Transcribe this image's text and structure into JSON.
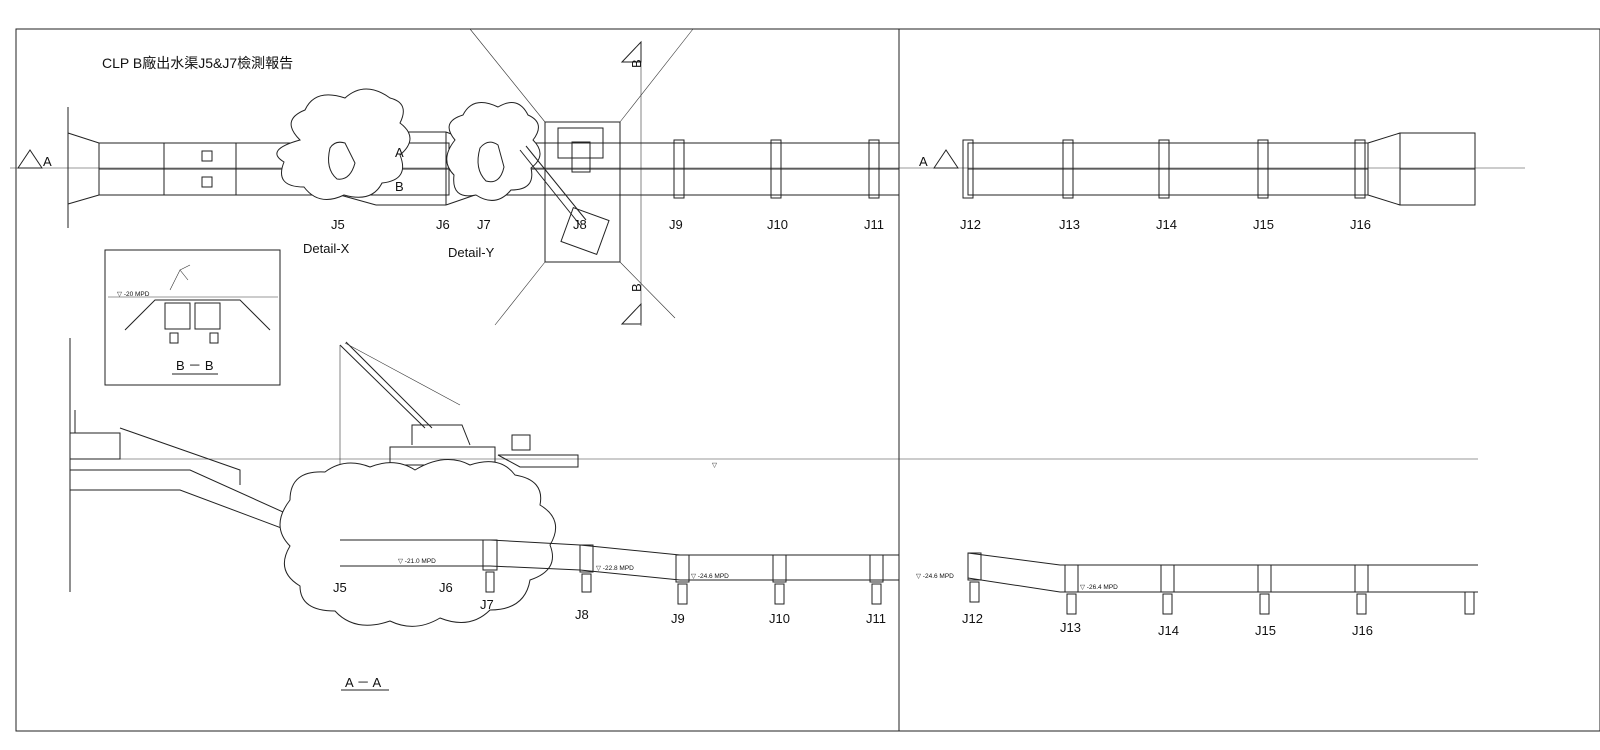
{
  "title": "CLP B廠出水渠J5&J7檢測報告",
  "section_a_mark": "A",
  "section_b_mark": "B",
  "plan": {
    "cell_a": "A",
    "cell_b": "B",
    "joints": [
      "J5",
      "J6",
      "J7",
      "J8",
      "J9",
      "J10",
      "J11",
      "J12",
      "J13",
      "J14",
      "J15",
      "J16"
    ],
    "detail_x": "Detail-X",
    "detail_y": "Detail-Y"
  },
  "section_bb": {
    "caption": "B － B",
    "level": "-20 MPD"
  },
  "section_aa": {
    "caption": "A － A",
    "joints": [
      "J5",
      "J6",
      "J7",
      "J8",
      "J9",
      "J10",
      "J11",
      "J12",
      "J13",
      "J14",
      "J15",
      "J16"
    ],
    "levels": [
      "▽ -21.0 MPD",
      "▽ -22.8 MPD",
      "▽ -24.6 MPD",
      "▽ -24.6 MPD",
      "▽ -26.4 MPD"
    ]
  }
}
